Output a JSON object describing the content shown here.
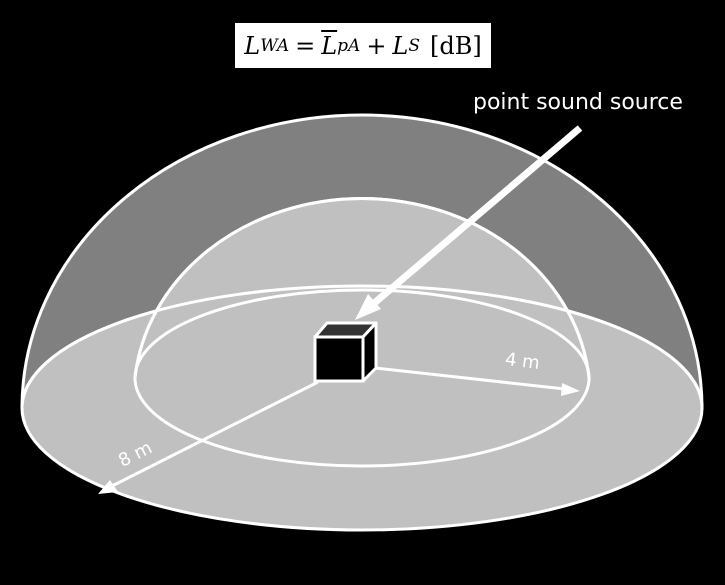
{
  "formula": {
    "lhs": "L",
    "lhs_sub": "WA",
    "equals": "=",
    "term1": "L",
    "term1_sub": "pA",
    "plus": "+",
    "term2": "L",
    "term2_sub": "S",
    "unit": "[dB]"
  },
  "labels": {
    "source": "point sound source",
    "inner_radius": "4 m",
    "outer_radius": "8 m"
  },
  "colors": {
    "background": "#000000",
    "outer_dome": "#808080",
    "inner_dome": "#c0c0c0",
    "base_plane": "#c0c0c0",
    "inner_rim_highlight": "#e0e0e0",
    "lines": "#ffffff",
    "cube_front": "#000000",
    "cube_top": "#333333"
  }
}
